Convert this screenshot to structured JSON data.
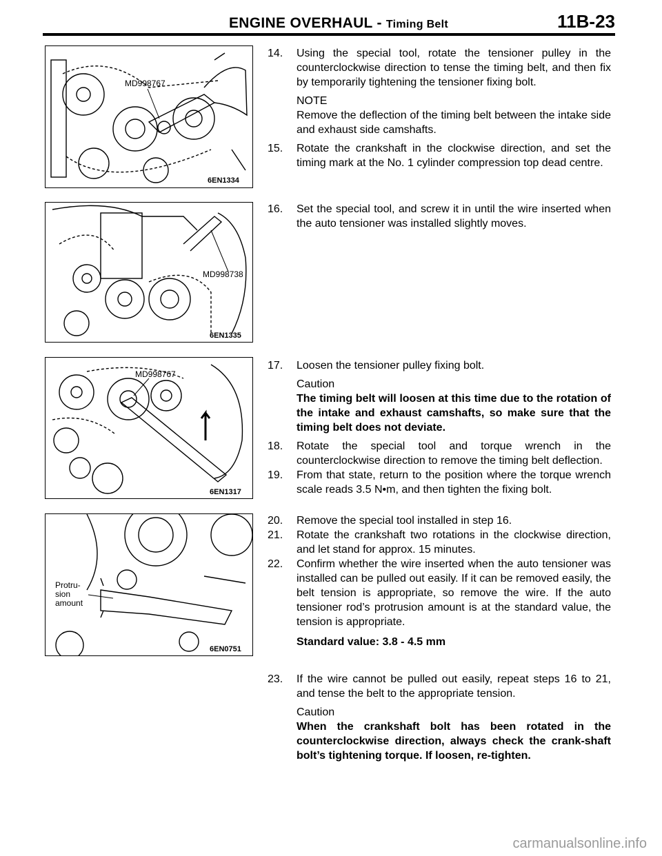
{
  "header": {
    "section": "ENGINE OVERHAUL",
    "dash": " - ",
    "subsection": "Timing Belt",
    "page": "11B-23"
  },
  "figures": [
    {
      "tool": "MD998767",
      "code": "6EN1334"
    },
    {
      "tool": "MD998738",
      "code": "6EN1335"
    },
    {
      "tool": "MD998767",
      "code": "6EN1317"
    },
    {
      "label_lines": [
        "Protru-",
        "sion",
        "amount"
      ],
      "code": "6EN0751"
    }
  ],
  "steps": {
    "s14": {
      "num": "14.",
      "text": "Using the special tool, rotate the tensioner pulley in the counterclockwise direction to tense the timing belt, and then fix by temporarily tightening the tensioner fixing bolt."
    },
    "s14_note_head": "NOTE",
    "s14_note": "Remove the deflection of the timing belt between the intake side and exhaust side camshafts.",
    "s15": {
      "num": "15.",
      "text": "Rotate the crankshaft in the clockwise direction, and set the timing mark at the No. 1 cylinder compression top dead centre."
    },
    "s16": {
      "num": "16.",
      "text": "Set the special tool, and screw it in until the wire inserted when the auto tensioner was installed slightly moves."
    },
    "s17": {
      "num": "17.",
      "text": "Loosen the tensioner pulley fixing bolt."
    },
    "s17_caution_head": "Caution",
    "s17_caution": "The timing belt will loosen at this time due to the rotation of the intake and exhaust camshafts, so make sure that the timing belt does not deviate.",
    "s18": {
      "num": "18.",
      "text": "Rotate the special tool and torque wrench in the counterclockwise direction to remove the timing belt deflection."
    },
    "s19": {
      "num": "19.",
      "text": "From that state, return to the position where the torque wrench scale reads 3.5 N•m, and then tighten the fixing bolt."
    },
    "s20": {
      "num": "20.",
      "text": "Remove the special tool installed in step 16."
    },
    "s21": {
      "num": "21.",
      "text": "Rotate the crankshaft two rotations in the clockwise direction, and let stand for approx. 15 minutes."
    },
    "s22": {
      "num": "22.",
      "text": "Confirm whether the wire inserted when the auto tensioner was installed can be pulled out easily. If it can be removed easily, the belt tension is appropriate, so remove the wire. If the auto tensioner rod’s protrusion amount is at the standard value, the tension is appropriate."
    },
    "standard_value": "Standard value: 3.8 - 4.5 mm",
    "s23": {
      "num": "23.",
      "text": "If the wire cannot be pulled out easily, repeat steps 16 to 21, and tense the belt to the appropriate tension."
    },
    "s23_caution_head": "Caution",
    "s23_caution": "When the crankshaft bolt has been rotated in the counterclockwise direction, always check the crank-shaft bolt’s tightening torque. If loosen, re-tighten."
  },
  "watermark": "carmanualsonline.info"
}
